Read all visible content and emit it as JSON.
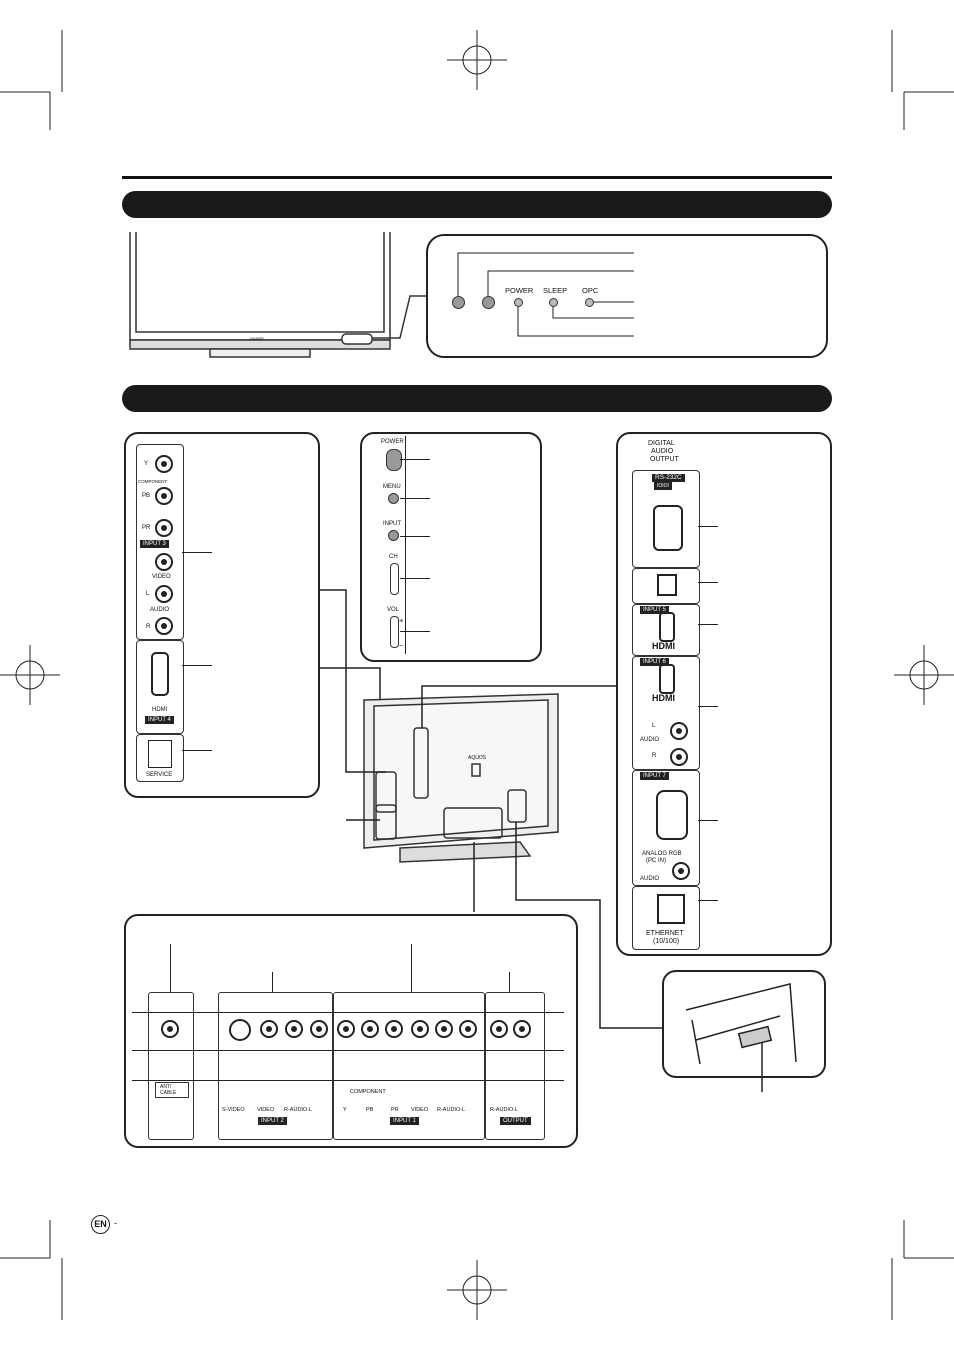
{
  "front_panel": {
    "power_label": "POWER",
    "sleep_label": "SLEEP",
    "opc_label": "OPC",
    "brand_mark": "SHARP"
  },
  "side_terminals": {
    "y_label": "Y",
    "component_label": "COMPONENT",
    "pb_label": "PB",
    "pr_label": "PR",
    "input3_tag": "INPUT 3",
    "video_label": "VIDEO",
    "l_label": "L",
    "audio_label": "AUDIO",
    "r_label": "R",
    "hdmi_label": "HDMI",
    "input4_tag": "INPUT 4",
    "service_label": "SERVICE"
  },
  "side_controls": {
    "power_label": "POWER",
    "menu_label": "MENU",
    "input_label": "INPUT",
    "ch_label": "CH",
    "vol_label": "VOL",
    "plus": "+",
    "minus": "−"
  },
  "rear_right_terminals": {
    "digital_audio_output": [
      "DIGITAL",
      "AUDIO",
      "OUTPUT"
    ],
    "rs232c_label": "RS-232C",
    "rs232c_sub": "IOIOI",
    "input5_tag": "INPUT 5",
    "hdmi_logo": "HDMI",
    "input6_tag": "INPUT 6",
    "l_label": "L",
    "audio_label": "AUDIO",
    "r_label": "R",
    "input7_tag": "INPUT 7",
    "analog_rgb": [
      "ANALOG RGB",
      "(PC IN)"
    ],
    "audio_label2": "AUDIO",
    "ethernet": [
      "ETHERNET",
      "(10/100)"
    ]
  },
  "tv_back": {
    "logo": "AQUOS"
  },
  "bottom_terminals": {
    "ant_cable": [
      "ANT/",
      "CABLE"
    ],
    "input2": {
      "labels": [
        "S-VIDEO",
        "VIDEO",
        "R-AUDIO-L"
      ],
      "tag": "INPUT 2"
    },
    "input1": {
      "component": "COMPONENT",
      "labels": [
        "Y",
        "PB",
        "PR",
        "VIDEO",
        "R-AUDIO-L"
      ],
      "tag": "INPUT 1"
    },
    "output": {
      "labels": [
        "R-AUDIO-L"
      ],
      "tag": "OUTPUT"
    }
  },
  "footer": {
    "lang_badge": "EN",
    "dash": "-"
  }
}
